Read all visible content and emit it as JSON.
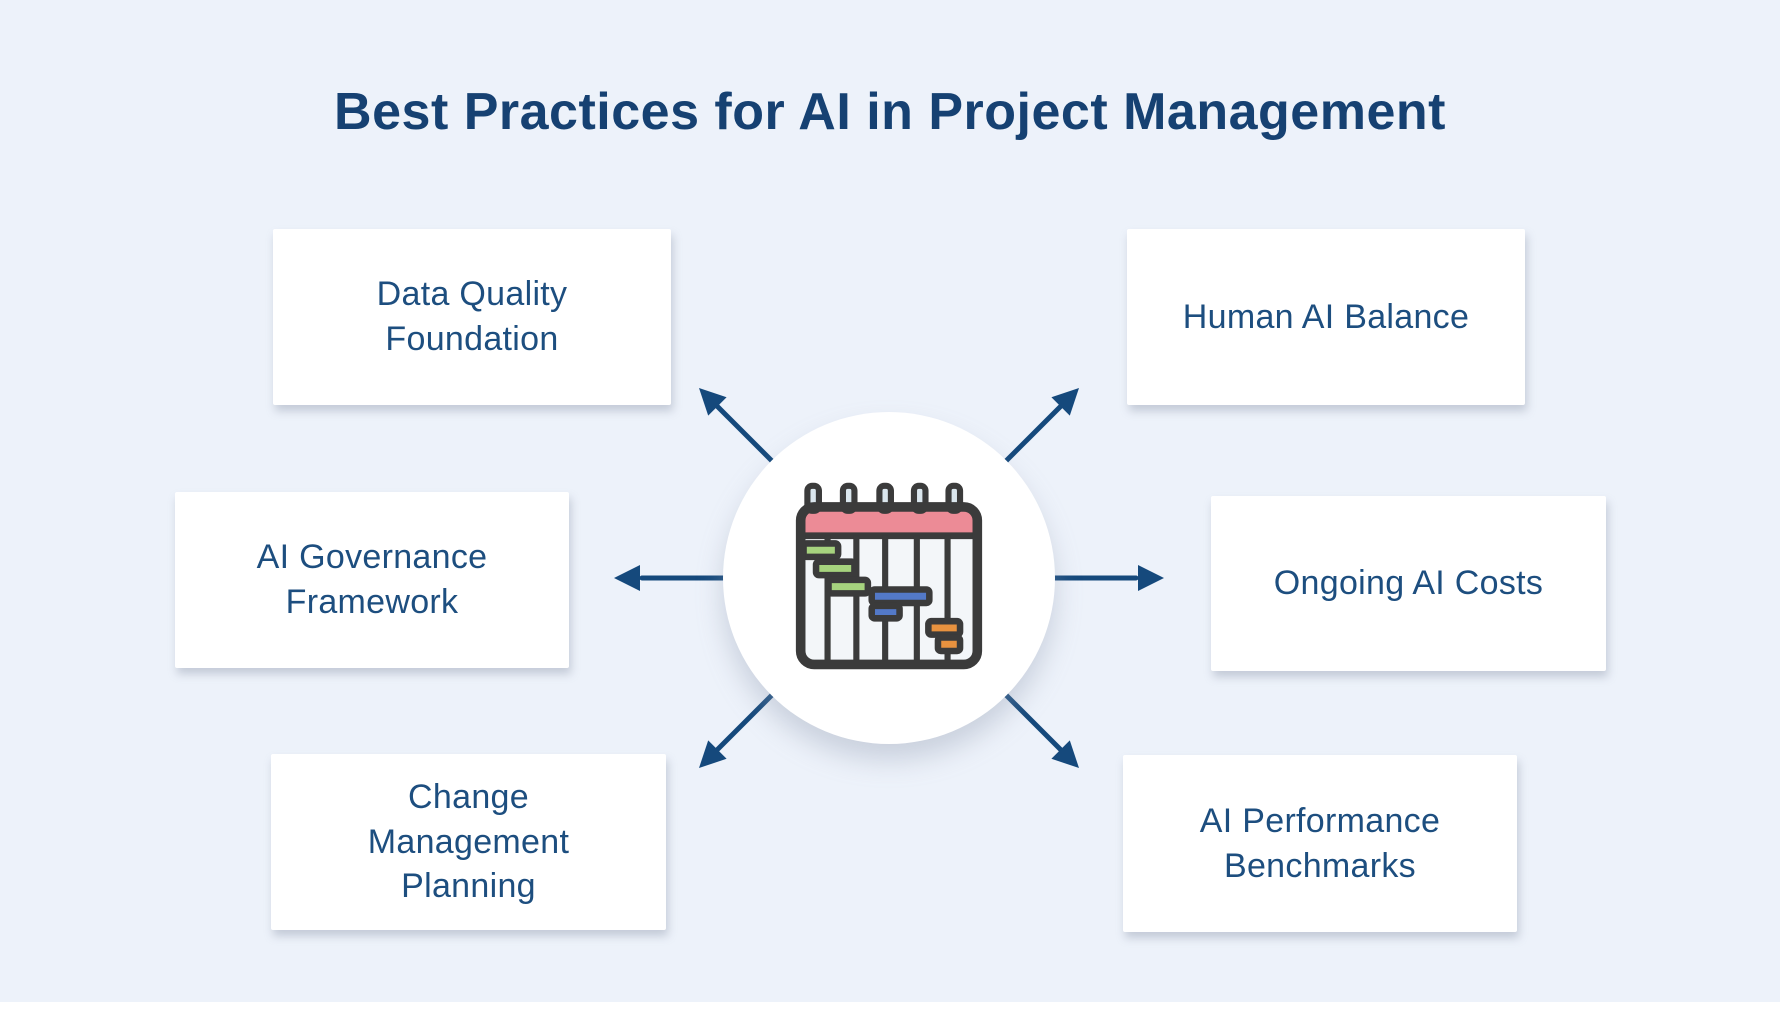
{
  "title": "Best Practices for AI in Project Management",
  "colors": {
    "background": "#edf2fa",
    "title_text": "#164172",
    "node_text": "#1d4e7f",
    "node_bg": "#ffffff",
    "arrow": "#15497c"
  },
  "center": {
    "icon": "gantt-calendar-icon",
    "icon_colors": {
      "outline": "#3b3b3b",
      "header_pink": "#ec8b96",
      "pin_fill": "#dbe7ee",
      "column_fill": "#f3f6f9",
      "bar_green": "#a6d37e",
      "bar_blue": "#5379c8",
      "bar_orange": "#e8923f"
    }
  },
  "nodes": [
    {
      "id": "data-quality-foundation",
      "label": "Data Quality\nFoundation",
      "position": "top-left"
    },
    {
      "id": "human-ai-balance",
      "label": "Human AI Balance",
      "position": "top-right"
    },
    {
      "id": "ai-governance-framework",
      "label": "AI Governance\nFramework",
      "position": "middle-left"
    },
    {
      "id": "ongoing-ai-costs",
      "label": "Ongoing AI Costs",
      "position": "middle-right"
    },
    {
      "id": "change-management-planning",
      "label": "Change\nManagement\nPlanning",
      "position": "bottom-left"
    },
    {
      "id": "ai-performance-benchmarks",
      "label": "AI Performance\nBenchmarks",
      "position": "bottom-right"
    }
  ]
}
